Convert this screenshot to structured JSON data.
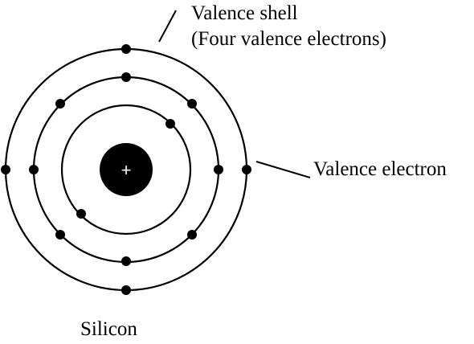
{
  "labels": {
    "valence_shell": "Valence shell",
    "valence_shell_note": "(Four valence electrons)",
    "valence_electron": "Valence electron",
    "atom_name": "Silicon"
  },
  "nucleus": {
    "symbol": "+"
  },
  "shells": [
    {
      "name": "first-shell",
      "electrons": 2
    },
    {
      "name": "second-shell",
      "electrons": 8
    },
    {
      "name": "valence-shell",
      "electrons": 4
    }
  ],
  "colors": {
    "ink": "#000000",
    "background": "#ffffff",
    "nucleus_symbol": "#ffffff"
  }
}
